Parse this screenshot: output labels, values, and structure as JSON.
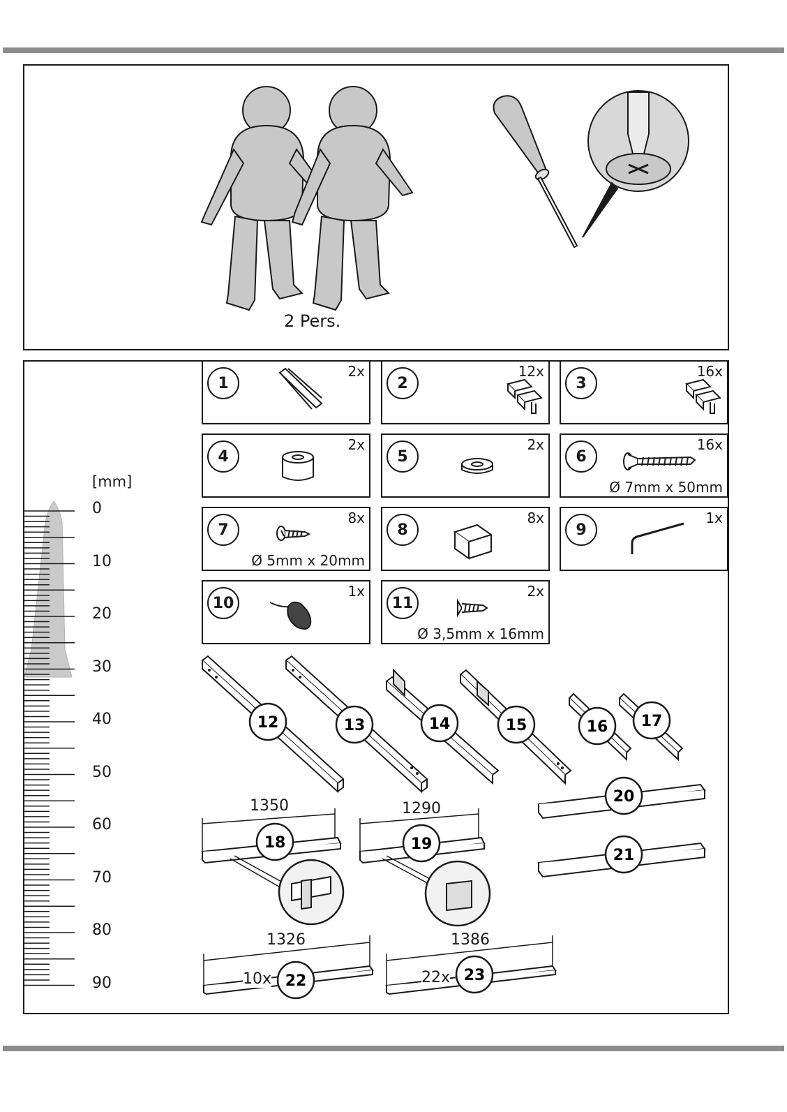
{
  "tools": {
    "persons_label": "2 Pers."
  },
  "scale": {
    "unit_label": "[mm]",
    "ticks": [
      "0",
      "10",
      "20",
      "30",
      "40",
      "50",
      "60",
      "70",
      "80",
      "90"
    ]
  },
  "parts": [
    {
      "num": "1",
      "qty": "2x",
      "dim": "",
      "icon": "clip-icon"
    },
    {
      "num": "2",
      "qty": "12x",
      "dim": "",
      "icon": "slat-holder-icon"
    },
    {
      "num": "3",
      "qty": "16x",
      "dim": "",
      "icon": "slat-holder-icon"
    },
    {
      "num": "4",
      "qty": "2x",
      "dim": "",
      "icon": "spacer-icon"
    },
    {
      "num": "5",
      "qty": "2x",
      "dim": "",
      "icon": "washer-icon"
    },
    {
      "num": "6",
      "qty": "16x",
      "dim": "Ø 7mm x 50mm",
      "icon": "bolt-icon"
    },
    {
      "num": "7",
      "qty": "8x",
      "dim": "Ø 5mm x 20mm",
      "icon": "screw-icon"
    },
    {
      "num": "8",
      "qty": "8x",
      "dim": "",
      "icon": "end-cap-icon"
    },
    {
      "num": "9",
      "qty": "1x",
      "dim": "",
      "icon": "allen-key-icon"
    },
    {
      "num": "10",
      "qty": "1x",
      "dim": "",
      "icon": "strap-icon"
    },
    {
      "num": "11",
      "qty": "2x",
      "dim": "Ø 3,5mm x 16mm",
      "icon": "small-screw-icon"
    }
  ],
  "large_parts": {
    "labels": [
      "12",
      "13",
      "14",
      "15",
      "16",
      "17",
      "18",
      "19",
      "20",
      "21",
      "22",
      "23"
    ],
    "dims": {
      "part18": "1350",
      "part19": "1290",
      "part22": "1326",
      "part23": "1386"
    },
    "counts": {
      "part22": "10x",
      "part23": "22x"
    }
  }
}
